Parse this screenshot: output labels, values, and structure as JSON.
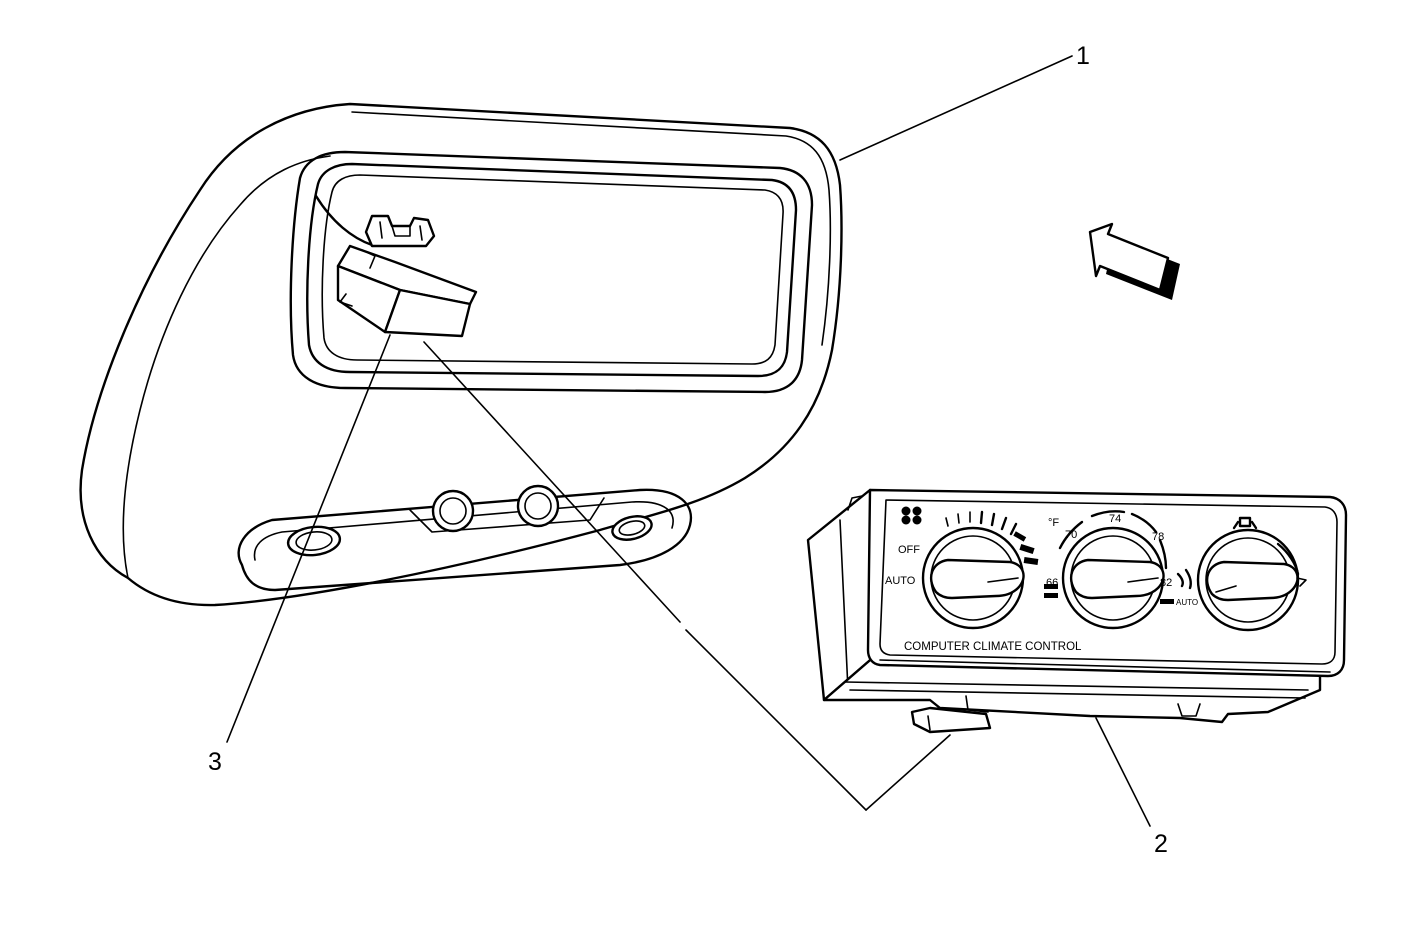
{
  "callouts": {
    "c1": "1",
    "c2": "2",
    "c3": "3"
  },
  "panel": {
    "title": "COMPUTER CLIMATE CONTROL",
    "fan_off": "OFF",
    "fan_auto": "AUTO",
    "temp_unit": "°F",
    "temp_ticks": [
      "66",
      "70",
      "74",
      "78",
      "82"
    ],
    "temp_auto": "AUTO"
  },
  "icons": [
    "fan-icon",
    "mode-icon",
    "direction-arrow-icon"
  ],
  "colors": {
    "line": "#000000",
    "background": "#ffffff"
  }
}
